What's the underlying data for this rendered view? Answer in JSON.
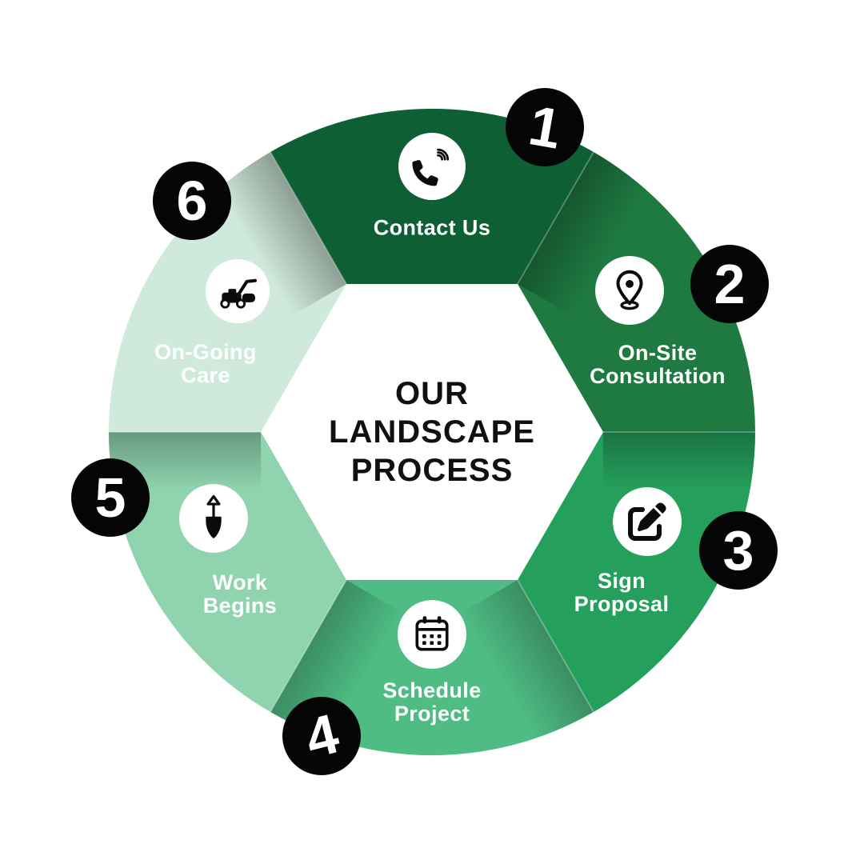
{
  "title": {
    "text": "OUR LANDSCAPE PROCESS"
  },
  "steps": [
    {
      "number": "1",
      "label": "Contact Us",
      "icon": "phone-call-icon",
      "color": "#0e5f33"
    },
    {
      "number": "2",
      "label": "On-Site Consultation",
      "icon": "location-pin-icon",
      "color": "#1e7a41"
    },
    {
      "number": "3",
      "label": "Sign Proposal",
      "icon": "sign-proposal-icon",
      "color": "#24a05c"
    },
    {
      "number": "4",
      "label": "Schedule Project",
      "icon": "calendar-icon",
      "color": "#4ebc83"
    },
    {
      "number": "5",
      "label": "Work Begins",
      "icon": "shovel-icon",
      "color": "#8fd4af"
    },
    {
      "number": "6",
      "label": "On-Going Care",
      "icon": "lawn-mower-icon",
      "color": "#cfeadc"
    }
  ],
  "colors": {
    "badge": "#050505",
    "badge_number": "#ffffff",
    "label_text": "#ffffff",
    "title_text": "#101010",
    "icon_chip": "#ffffff",
    "background": "#ffffff"
  }
}
